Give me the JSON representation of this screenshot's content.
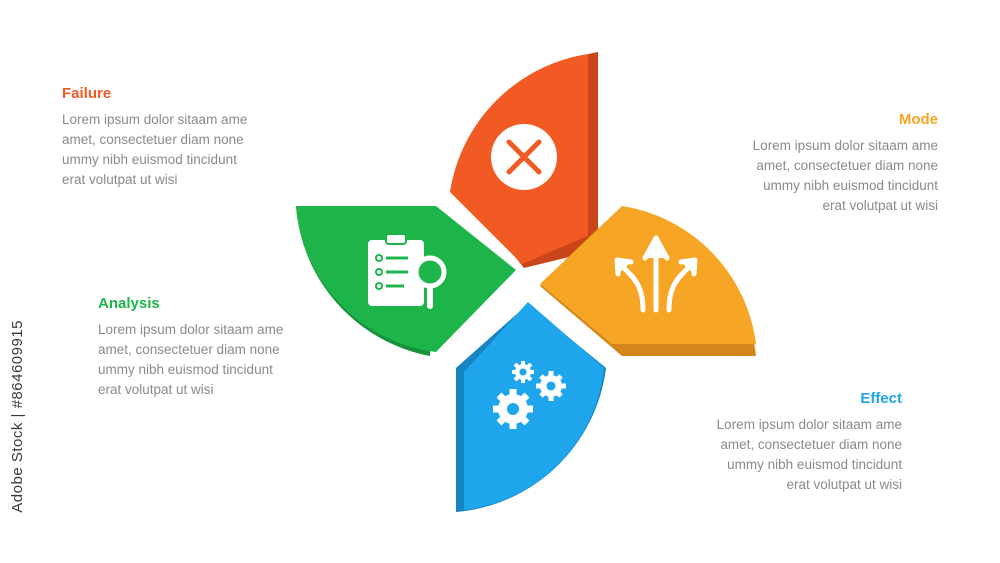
{
  "segments": [
    {
      "id": "failure",
      "title": "Failure",
      "body": "Lorem ipsum dolor sitaam ame\namet, consectetuer diam none\nummy  nibh euismod tincidunt\nerat volutpat ut wisi",
      "color": "#f15a22",
      "shade": "#c8461a",
      "icon": "x-circle-icon"
    },
    {
      "id": "mode",
      "title": "Mode",
      "body": "Lorem ipsum dolor sitaam ame\namet, consectetuer diam none\nummy  nibh euismod tincidunt\nerat volutpat ut wisi",
      "color": "#f6a524",
      "shade": "#d4861a",
      "icon": "diverging-arrows-icon"
    },
    {
      "id": "effect",
      "title": "Effect",
      "body": "Lorem ipsum dolor sitaam ame\namet, consectetuer diam none\nummy  nibh euismod tincidunt\nerat volutpat ut wisi",
      "color": "#1fa5ec",
      "shade": "#1684c0",
      "icon": "gears-icon"
    },
    {
      "id": "analysis",
      "title": "Analysis",
      "body": "Lorem ipsum dolor sitaam ame\namet, consectetuer diam none\nummy  nibh euismod tincidunt\nerat volutpat ut wisi",
      "color": "#1db54a",
      "shade": "#17923b",
      "icon": "clipboard-search-icon"
    }
  ],
  "watermark": "Adobe Stock | #864609915"
}
